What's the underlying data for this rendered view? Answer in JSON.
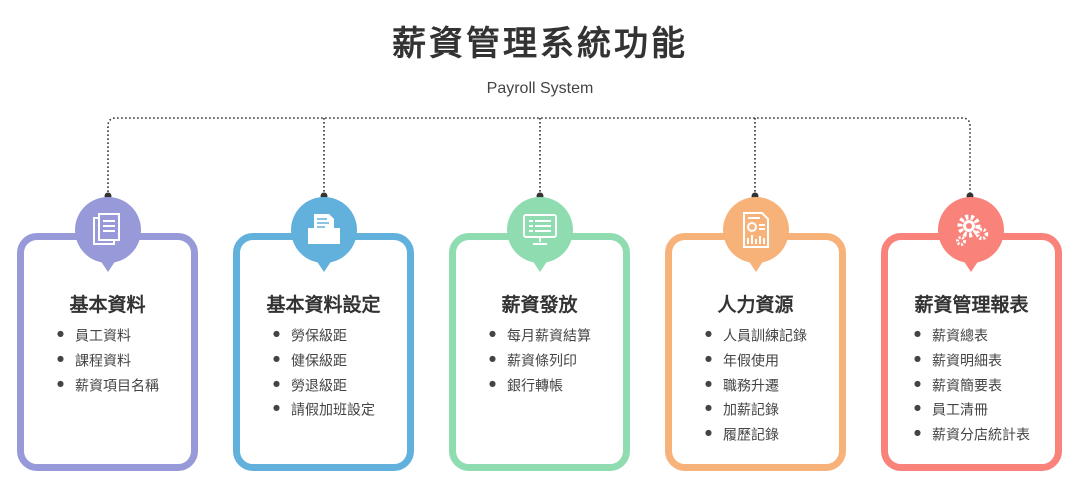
{
  "header": {
    "title": "薪資管理系統功能",
    "subtitle": "Payroll System"
  },
  "modules": [
    {
      "title": "基本資料",
      "icon": "documents-icon",
      "color": "#9899d8",
      "items": [
        "員工資料",
        "課程資料",
        "薪資項目名稱"
      ]
    },
    {
      "title": "基本資料設定",
      "icon": "folder-document-icon",
      "color": "#62b1dc",
      "items": [
        "勞保級距",
        "健保級距",
        "勞退級距",
        "請假加班設定"
      ]
    },
    {
      "title": "薪資發放",
      "icon": "monitor-list-icon",
      "color": "#8fdcb0",
      "items": [
        "每月薪資結算",
        "薪資條列印",
        "銀行轉帳"
      ]
    },
    {
      "title": "人力資源",
      "icon": "report-chart-icon",
      "color": "#f7b27a",
      "items": [
        "人員訓練記錄",
        "年假使用",
        "職務升遷",
        "加薪記錄",
        "履歷記錄"
      ]
    },
    {
      "title": "薪資管理報表",
      "icon": "gears-icon",
      "color": "#f9837b",
      "items": [
        "薪資總表",
        "薪資明細表",
        "薪資簡要表",
        "員工清冊",
        "薪資分店統計表"
      ]
    }
  ]
}
